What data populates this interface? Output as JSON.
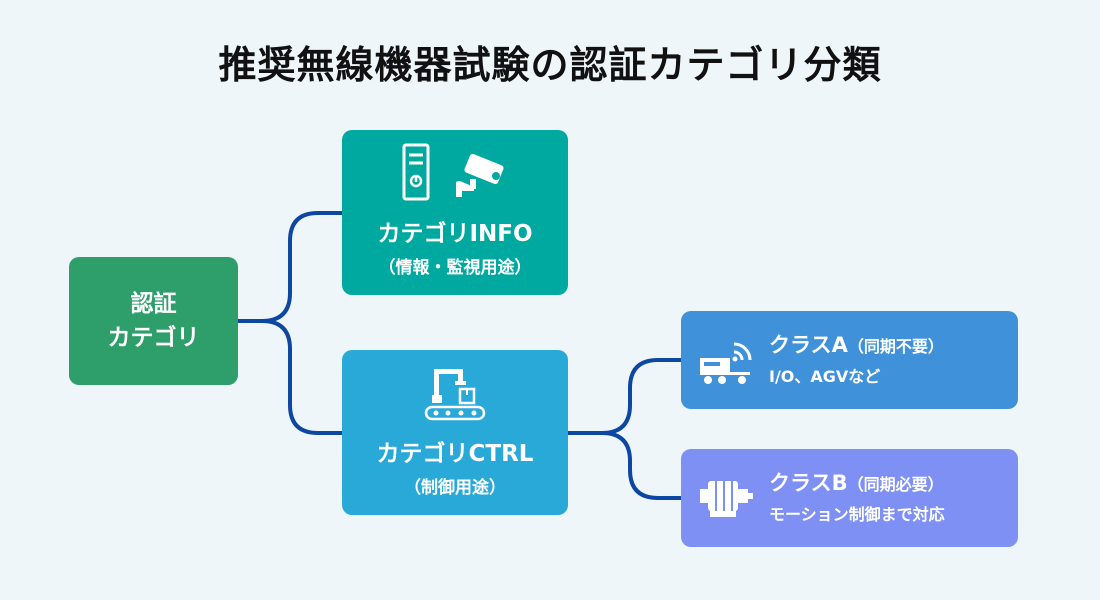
{
  "title": "推奨無線機器試験の認証カテゴリ分類",
  "colors": {
    "root": "#2e9e6b",
    "info": "#00a9a0",
    "ctrl": "#29a9d8",
    "class_a": "#3f92da",
    "class_b": "#7e90f3",
    "connector": "#0d47a1"
  },
  "root": {
    "line1": "認証",
    "line2": "カテゴリ"
  },
  "info": {
    "name": "カテゴリINFO",
    "sub": "（情報・監視用途）",
    "icons": [
      "server-tower-icon",
      "security-camera-icon"
    ]
  },
  "ctrl": {
    "name": "カテゴリCTRL",
    "sub": "（制御用途）",
    "icons": [
      "robot-arm-conveyor-icon"
    ]
  },
  "class_a": {
    "name": "クラスA",
    "paren": "（同期不要）",
    "desc": "I/O、AGVなど",
    "icon": "agv-wireless-icon"
  },
  "class_b": {
    "name": "クラスB",
    "paren": "（同期必要）",
    "desc": "モーション制御まで対応",
    "icon": "servo-motor-icon"
  }
}
